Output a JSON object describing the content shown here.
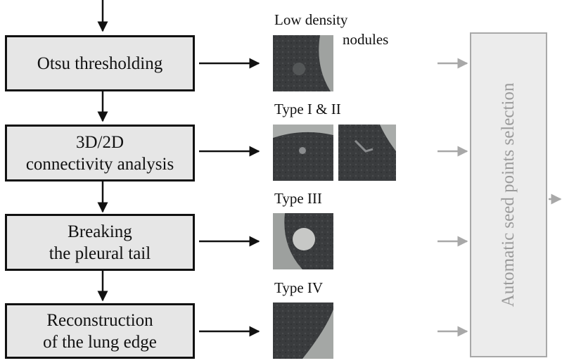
{
  "steps": [
    {
      "lines": [
        "Otsu thresholding"
      ]
    },
    {
      "lines": [
        "3D/2D",
        "connectivity analysis"
      ]
    },
    {
      "lines": [
        "Breaking",
        "the pleural tail"
      ]
    },
    {
      "lines": [
        "Reconstruction",
        "of the lung edge"
      ]
    }
  ],
  "categories": [
    {
      "label_line1": "Low density",
      "label_line2": "nodules"
    },
    {
      "label": "Type I & II"
    },
    {
      "label": "Type III"
    },
    {
      "label": "Type IV"
    }
  ],
  "selection_label": "Automatic seed points selection",
  "colors": {
    "box_fill": "#e6e6e6",
    "box_border": "#111111",
    "arrow_dark": "#111111",
    "arrow_light": "#a8a8a8",
    "side_fill": "#ececec",
    "side_text": "#9a9a9a"
  }
}
